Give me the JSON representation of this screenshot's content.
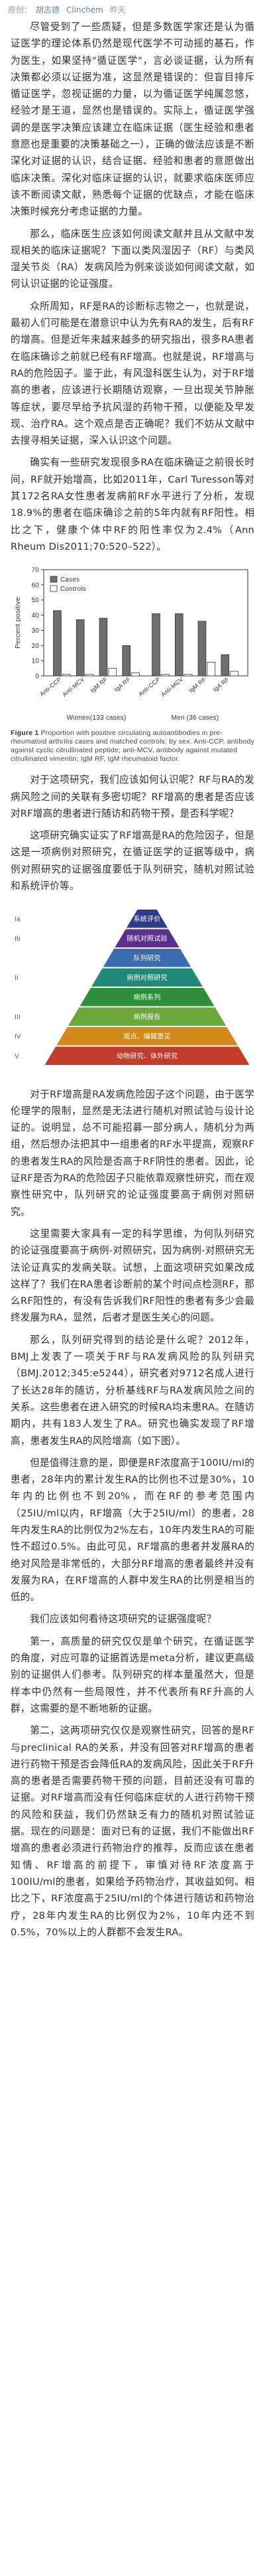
{
  "header": {
    "source_label": "原创：",
    "author": "胡志德",
    "account": "Clinchem",
    "date_label": "昨天"
  },
  "paragraphs": {
    "p1": "尽管受到了一些质疑，但是多数医学家还是认为循证医学的理论体系仍然是现代医学不可动摇的基石，作为医生，如果坚持\"循证医学\"，言必谈证据，认为所有决策都必须以证据为准，这显然是错误的：但盲目排斥循证医学，忽视证据的力量，以为循证医学纯属忽悠，经验才是王道，显然也是错误的。实际上，循证医学强调的是医学决策应该建立在临床证据（医生经验和患者意愿也是重要的决策基础之一），正确的做法应该是不断深化对证据的认识，结合证据、经验和患者的意愿做出临床决策。深化对临床证据的认识，就要求临床医师应该不断阅读文献，熟悉每个证据的优缺点，才能在临床决策时候充分考虑证据的力量。",
    "p2": "那么，临床医生应该如何阅读文献并且从文献中发现相关的临床证据呢？下面以类风湿因子（RF）与类风湿关节炎（RA）发病风险为例来谈谈如何阅读文献，如何认识证据的论证强度。",
    "p3": "众所周知，RF是RA的诊断标志物之一，也就是说，最初人们可能是在潜意识中认为先有RA的发生，后有RF的增高。但是近年来越来越多的研究指出，很多RA患者在临床确诊之前就已经有RF增高。也就是说，RF增高与RA的危险因子。鉴于此，有风湿科医生认为，对于RF增高的患者，应该进行长期随访观察，一旦出现关节肿胀等症状，要尽早给予抗风湿的药物干预，以便能及早发现、治疗RA。这个观点是否正确呢？我们不妨从文献中去搜寻相关证据，深入认识这个问题。",
    "p4": "确实有一些研究发现很多RA在临床确证之前很长时间，RF就开始增高，比如2011年，Carl Turesson等对其172名RA女性患者发病前RF水平进行了分析，发现18.9%的患者在临床确诊之前的5年内就有RF阳性。相比之下，健康个体中RF的阳性率仅为2.4%（Ann Rheum Dis2011;70:520–522）。",
    "p5": "对于这项研究，我们应该如何认识呢？RF与RA的发病风险之间的关联有多密切呢？RF增高的患者是否应该对RF增高的患者进行随访和药物干预，是否科学呢？",
    "p6": "这项研究确实证实了RF增高是RA的危险因子，但是这是一项病例对照研究，在循证医学的证据等级中，病例对照研究的证据强度要低于队列研究，随机对照试验和系统评价等。",
    "p7": "对于RF增高是RA发病危险因子这个问题，由于医学伦理学的限制，显然是无法进行随机对照试验与设计论证的。说明显，总不可能招募一部分病人，随机分为两组，然后想办法把其中一组患者的RF水平提高，观察RF的患者发生RA的风险是否高于RF阴性的患者。因此，论证RF是否为RA的危险因子只能依靠观察性研究，而在观察性研究中，队列研究的论证强度要高于病例对照研究。",
    "p8": "这里需要大家具有一定的科学思维，为何队列研究的论证强度要高于病例-对照研究，因为病例-对照研究无法论证真实的发病关联。试想，上面这项研究如果改成这样了？我们在RA患者诊断前的某个时间点检测RF，那么RF阳性的，有没有告诉我们RF阳性的患者有多少会最终发展为RA，显然，后者才是医生关心的问题。",
    "p9": "那么，队列研究得到的结论是什么呢？2012年，BMJ上发表了一项关于RF与RA发病风险的队列研究（BMJ.2012;345:e5244），研究者对9712名成人进行了长达28年的随访，分析基线RF与RA发病风险之间的关系。这些患者在进入研究的时候RA均未患RA。在随访期内，共有183人发生了RA。研究也确实发现了RF增高，患者发生RA的风险增高（如下图）。",
    "p10": "但是值得注意的是，即便是RF浓度高于100IU/ml的患者，28年内的累计发生RA的比例也不过是30%，10年内的比例也不到20%，而在RF的参考范围内（25IU/ml以内，RF增高（大于25IU/ml）的患者，28年内发生RA的比例仅为2%左右，10年内发生RA的可能性不超过0.5%。由此可见，RF增高的患者并发展RA的绝对风险是非常低的，大部分RF增高的患者最终并没有发展为RA，在RF增高的人群中发生RA的比例是相当的低的。",
    "p11": "我们应该如何看待这项研究的证据强度呢？",
    "p12": "第一，高质量的研究仅仅是单个研究，在循证医学的角度，对应可靠的证据首选是meta分析，建议更高级别的证据供人们参考。队列研究的样本量虽然大，但是样本中仍然有一些局限性，并不代表所有RF升高的人群，这需要的是不断地新的证据。",
    "p13": "第二，这两项研究仅仅是观察性研究，回答的是RF与preclinical RA的关系，并没有回答对RF增高的患者进行药物干预是否会降低RA的发病风险，因此关于RF升高的患者是否需要药物干预的问题，目前还没有可靠的证据。对RF增高而没有任何临床症状的人进行药物干预的风险和获益，我们仍然缺乏有力的随机对照试验证据。现在的问题是：面对已有的证据，我们不能做出RF增高的患者必须进行药物治疗的推荐，反而应该在患者知情、RF增高的前提下，审慎对待RF浓度高于100IU/ml的患者，如果给予药物治疗，其收益如何。相比之下，RF浓度高于25IU/ml的个体进行随访和药物治疗，28年内发生RA的比例仅为2%，10年内还不到0.5%，70%以上的人群都不会发生RA。"
  },
  "figure1": {
    "ylabel": "Percent positive",
    "ymax": 70,
    "legend": [
      {
        "name": "Cases",
        "color": "#6e6e6e"
      },
      {
        "name": "Controls",
        "color": "#ffffff"
      }
    ],
    "groups": [
      {
        "name": "Women(133 cases)",
        "xlabels": [
          "Anti-CCP",
          "Anti-MCV",
          "IgM RF",
          "IgA RF"
        ]
      },
      {
        "name": "Men (36 cases)",
        "xlabels": [
          "Anti-CCP",
          "Anti-MCV",
          "IgM RF",
          "IgA RF"
        ]
      }
    ],
    "cases": [
      43,
      37,
      38,
      20,
      41,
      41,
      36,
      14
    ],
    "controls": [
      1,
      1,
      5,
      2,
      1,
      1,
      9,
      3
    ],
    "caption_bold": "Figure 1",
    "caption_text": "Proportion with positive circulating autoantibodies in pre-rheumatoid arthritis cases and matched controls; by sex. Anti-CCP, antibody against cyclic citrullinated peptide; anti-MCV, antibody against mutated citrullinated vimentin; IgM RF, IgM rheumatoid factor."
  },
  "pyramid": {
    "levels": [
      {
        "level": "Ia",
        "label": "系统评价",
        "color": "#2e3b8c"
      },
      {
        "level": "Ib",
        "label": "随机对照试验",
        "color": "#5b2f8e"
      },
      {
        "level": "",
        "label": "队列研究",
        "color": "#3a6bb0"
      },
      {
        "level": "II",
        "label": "病例对照研究",
        "color": "#1f8a7a"
      },
      {
        "level": "",
        "label": "病例系列",
        "color": "#2e8f3a"
      },
      {
        "level": "III",
        "label": "病例报告",
        "color": "#6aa73a"
      },
      {
        "level": "IV",
        "label": "观点、编辑意见",
        "color": "#d48a1a"
      },
      {
        "level": "V",
        "label": "动物研究、体外研究",
        "color": "#c43c2a"
      }
    ]
  }
}
